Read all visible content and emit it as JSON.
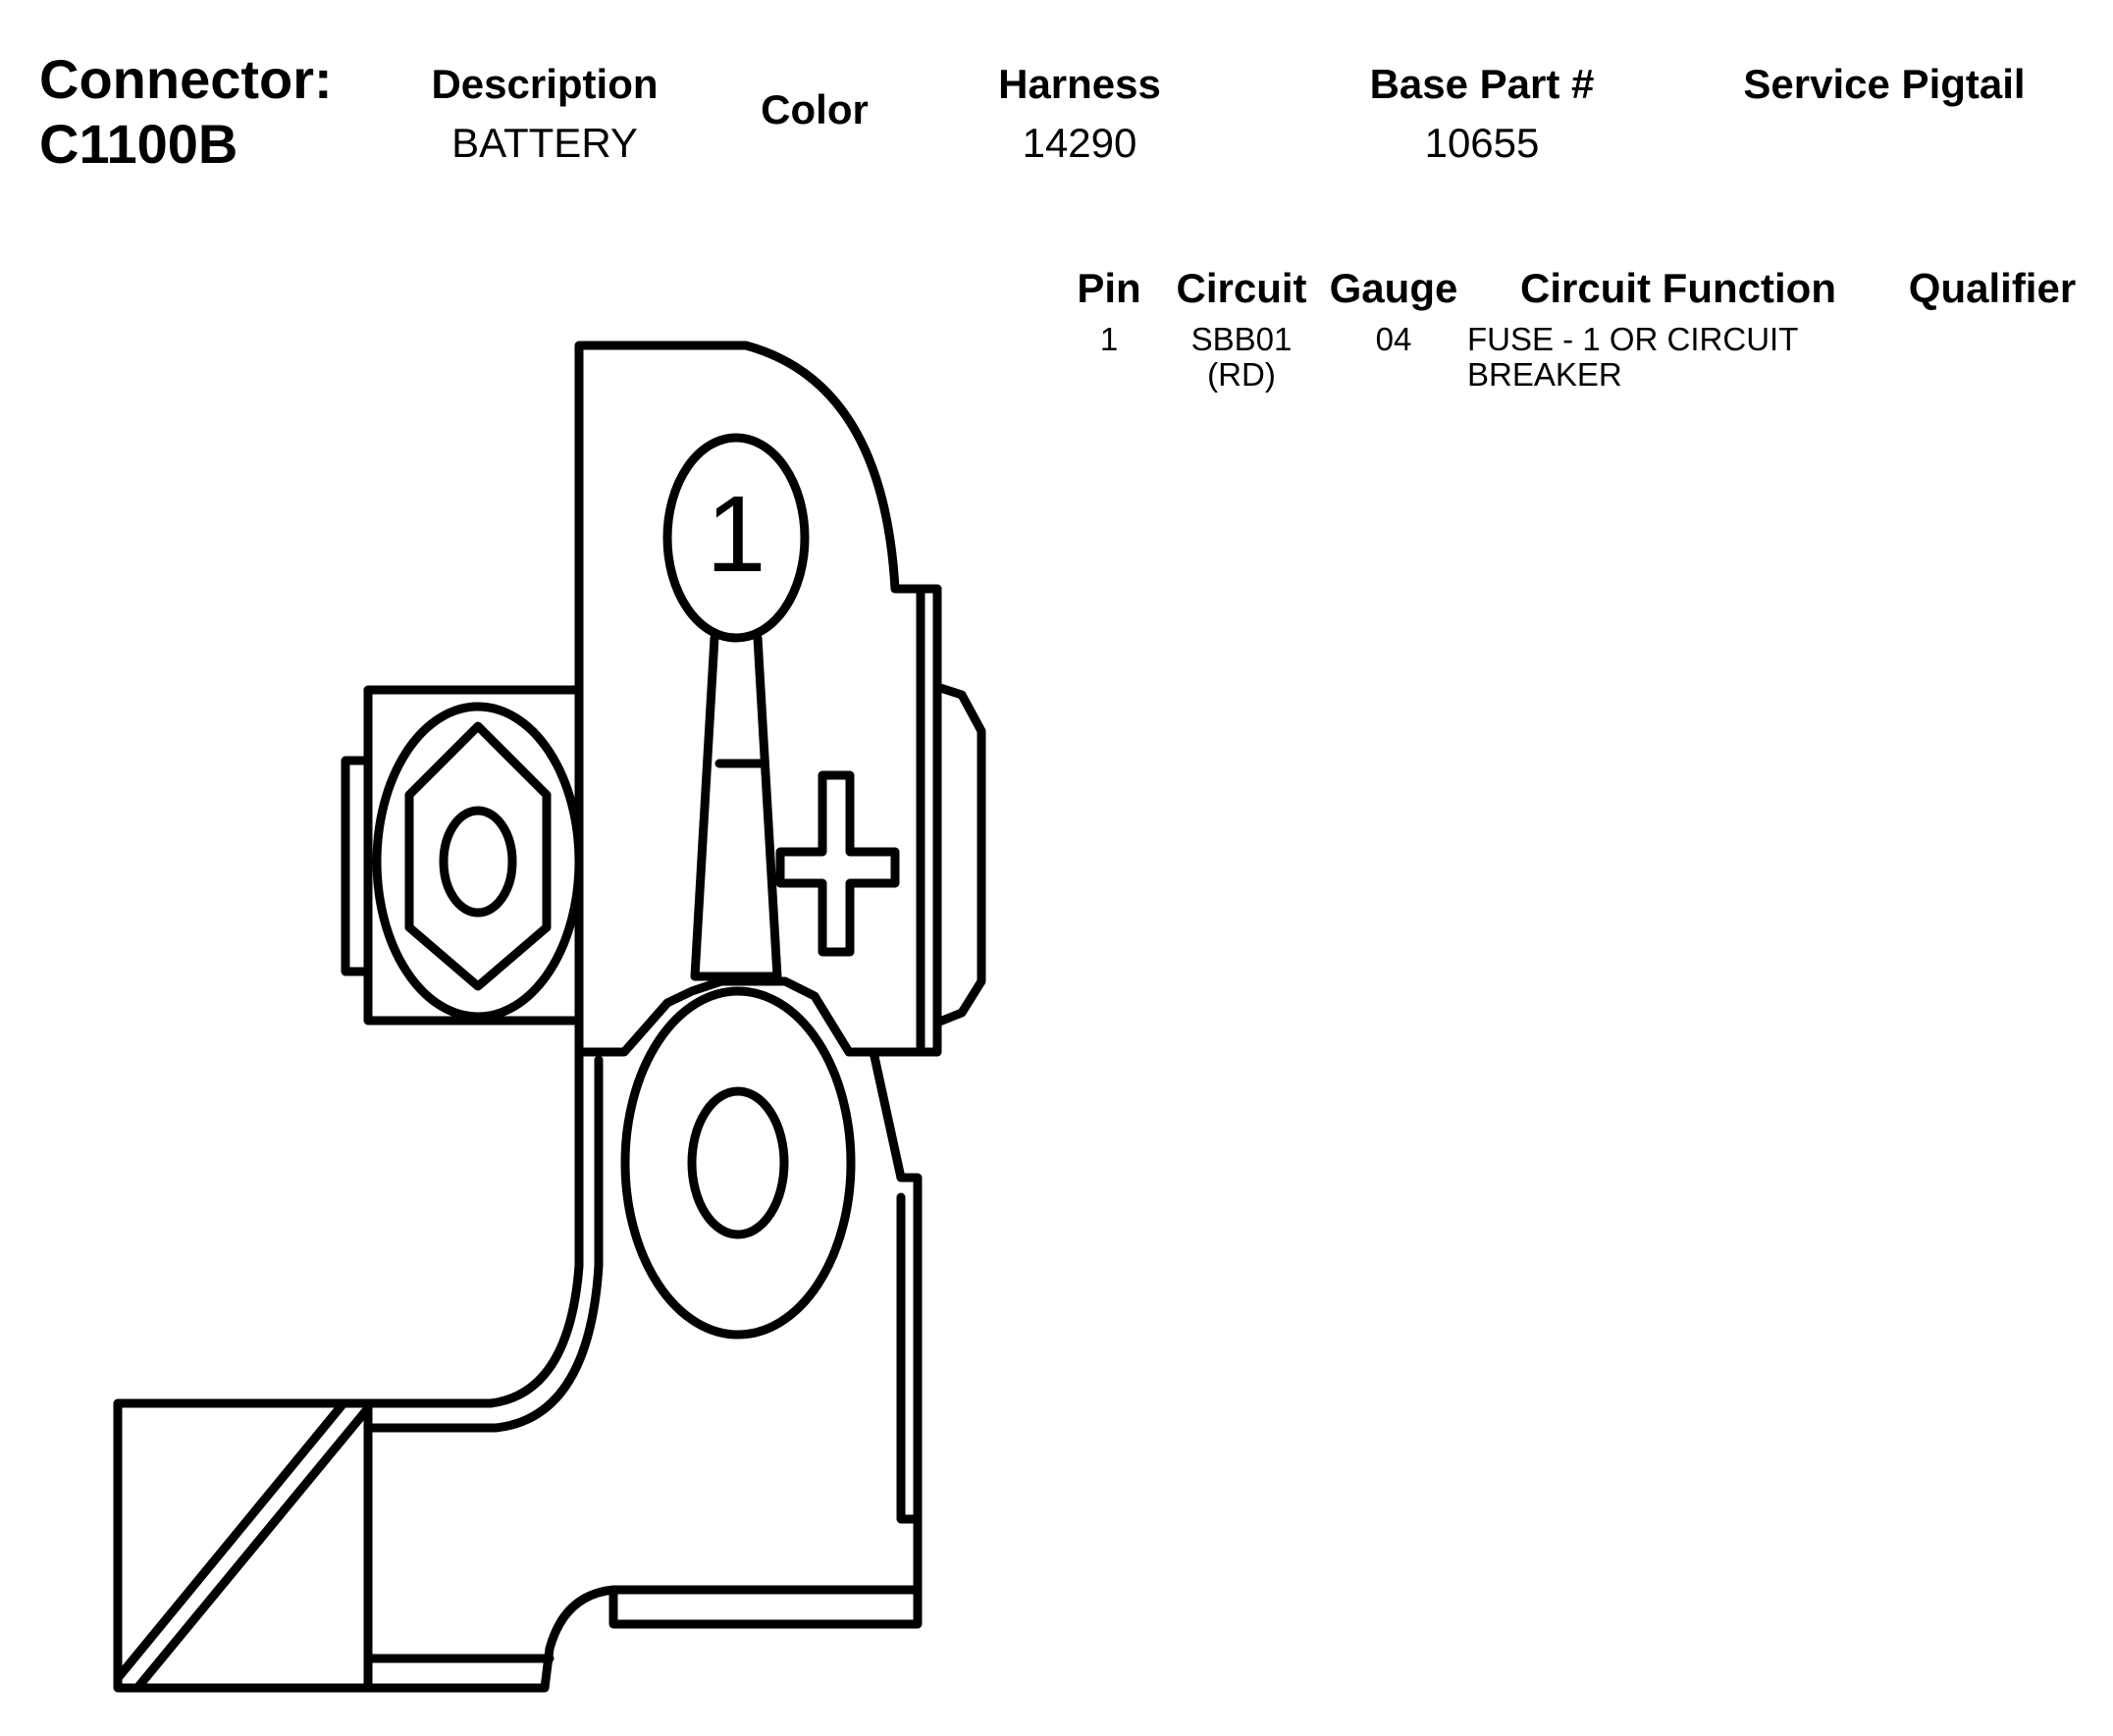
{
  "connector": {
    "label": "Connector:",
    "id": "C1100B"
  },
  "header": {
    "description": {
      "label": "Description",
      "value": "BATTERY"
    },
    "color": {
      "label": "Color",
      "value": ""
    },
    "harness": {
      "label": "Harness",
      "value": "14290"
    },
    "base_part": {
      "label": "Base Part #",
      "value": "10655"
    },
    "service_pigtail": {
      "label": "Service Pigtail",
      "value": ""
    }
  },
  "pin_table": {
    "columns": [
      "Pin",
      "Circuit",
      "Gauge",
      "Circuit Function",
      "Qualifier"
    ],
    "rows": [
      {
        "pin": "1",
        "circuit_line1": "SBB01",
        "circuit_line2": "(RD)",
        "gauge": "04",
        "function_line1": "FUSE - 1 OR CIRCUIT",
        "function_line2": "BREAKER",
        "qualifier": ""
      }
    ]
  },
  "diagram": {
    "pin_label": "1",
    "minus_symbol": "−",
    "plus_symbol": "+"
  }
}
